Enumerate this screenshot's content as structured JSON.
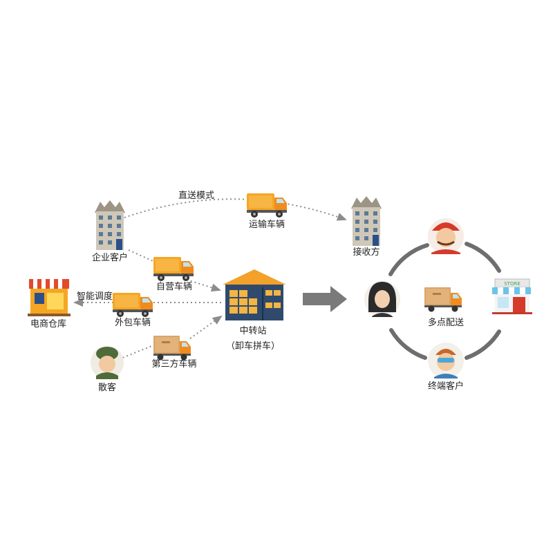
{
  "labels": {
    "direct_mode": "直送模式",
    "transport_vehicle": "运输车辆",
    "enterprise_client": "企业客户",
    "receiver": "接收方",
    "own_vehicle": "自营车辆",
    "smart_dispatch": "智能调度",
    "ecommerce_warehouse": "电商仓库",
    "outsourced_vehicle": "外包车辆",
    "transfer_station": "中转站",
    "transfer_station_note": "（卸车拼车）",
    "third_party_vehicle": "第三方车辆",
    "walk_in_client": "散客",
    "multi_point_delivery": "多点配送",
    "end_customer": "终端客户",
    "store_sign": "STORE"
  },
  "colors": {
    "truck_orange": "#f5a623",
    "truck_cab": "#f08c1e",
    "building": "#cfc7b8",
    "arrow_gray": "#7a7a7a",
    "dotted_line": "#8c8c8c",
    "circle_gray": "#6e6e6e",
    "station_roof": "#f3a12b",
    "station_wall": "#2f4a6d"
  }
}
